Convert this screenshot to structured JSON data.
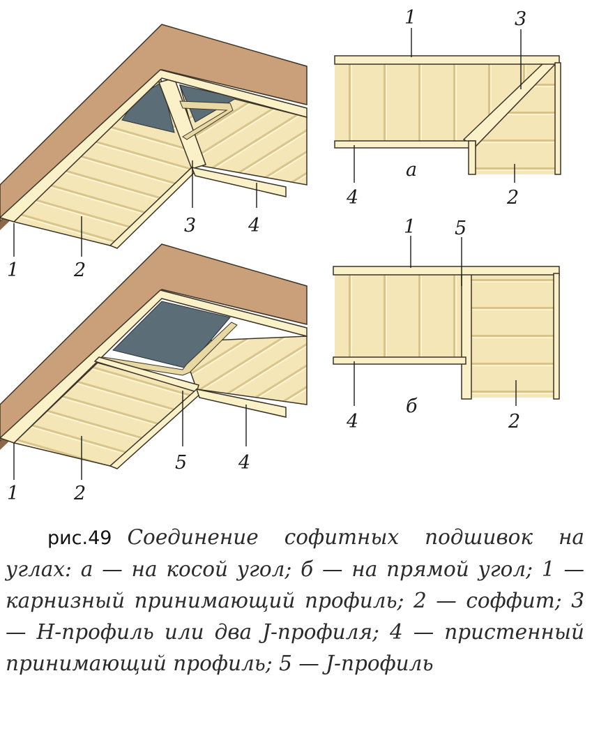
{
  "diagram_labels": {
    "top_3d": {
      "one": "1",
      "two": "2",
      "three": "3",
      "four": "4"
    },
    "top_plan": {
      "one": "1",
      "two": "2",
      "three": "3",
      "four": "4",
      "letter": "а"
    },
    "bottom_3d": {
      "one": "1",
      "two": "2",
      "five": "5",
      "four": "4"
    },
    "bottom_plan": {
      "one": "1",
      "two": "2",
      "five": "5",
      "four": "4",
      "letter": "б"
    }
  },
  "caption": {
    "figure_number": "рис.49",
    "text": "Соединение софитных подшивок на углах: а — на косой угол; б — на прямой угол; 1 — карнизный принимающий профиль; 2 — соффит; 3 — Н-профиль или два J-профиля; 4 — пристенный принимающий профиль; 5 — J-профиль"
  },
  "colors": {
    "panel": "#f4e6b6",
    "rib": "#ddc88e",
    "trim": "#fbf1c8",
    "fascia": "#c9a07a",
    "fascia_dark": "#7a5a40",
    "membrane": "#5b6e78",
    "outline": "#3a3325"
  }
}
